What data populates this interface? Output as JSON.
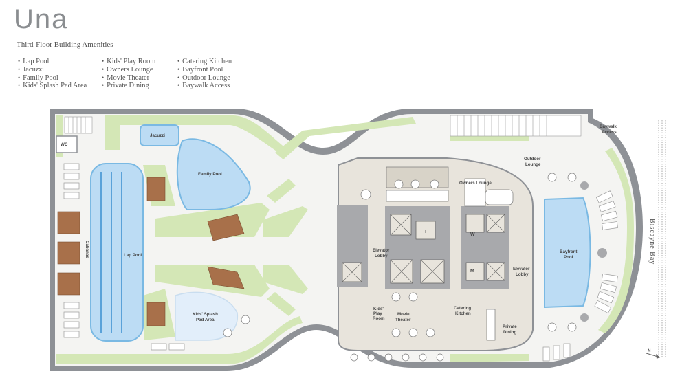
{
  "brand": {
    "logo_text": "Una"
  },
  "subtitle": "Third-Floor Building Amenities",
  "amenities": {
    "col1": [
      "Lap Pool",
      "Jacuzzi",
      "Family Pool",
      "Kids' Splash Pad Area"
    ],
    "col2": [
      "Kids' Play Room",
      "Owners Lounge",
      "Movie Theater",
      "Private Dining"
    ],
    "col3": [
      "Catering Kitchen",
      "Bayfront Pool",
      "Outdoor Lounge",
      "Baywalk Access"
    ]
  },
  "map_labels": {
    "wc": "WC",
    "jacuzzi": "Jacuzzi",
    "family_pool": "Family Pool",
    "lap_pool": "Lap Pool",
    "cabanas": "Cabanas",
    "kids_splash_1": "Kids' Splash",
    "kids_splash_2": "Pad Area",
    "owners_lounge": "Owners Lounge",
    "elevator_lobby_left_1": "Elevator",
    "elevator_lobby_left_2": "Lobby",
    "elevator_lobby_right_1": "Elevator",
    "elevator_lobby_right_2": "Lobby",
    "kids_play_1": "Kids'",
    "kids_play_2": "Play",
    "kids_play_3": "Room",
    "movie_1": "Movie",
    "movie_2": "Theater",
    "catering_1": "Catering",
    "catering_2": "Kitchen",
    "dining_1": "Private",
    "dining_2": "Dining",
    "bayfront_1": "Bayfront",
    "bayfront_2": "Pool",
    "outdoor_1": "Outdoor",
    "outdoor_2": "Lounge",
    "baywalk_1": "Baywalk",
    "baywalk_2": "Access",
    "biscayne_bay": "Biscayne Bay",
    "elev_t": "T",
    "elev_w": "W",
    "elev_m": "M",
    "north": "N"
  },
  "colors": {
    "wall": "#8e9196",
    "lawn": "#d4e7b6",
    "water": "#bcdcf4",
    "water_edge": "#7ab9e3",
    "interior": "#e8e4dc",
    "deck": "#f4f4f2",
    "wood": "#a8704a"
  }
}
